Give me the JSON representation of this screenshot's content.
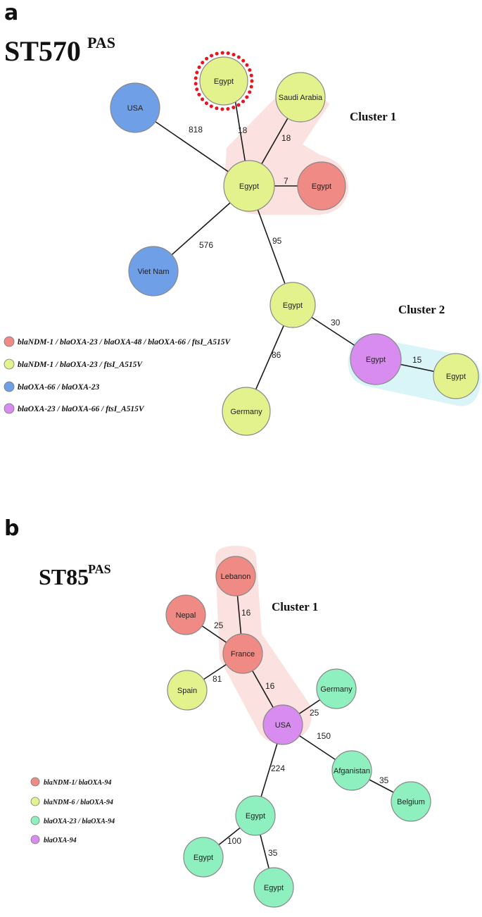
{
  "panel_a": {
    "letter": "a",
    "title_main": "ST570",
    "title_sup": "PAS",
    "clusters": [
      "Cluster 1",
      "Cluster 2"
    ],
    "nodes": [
      "USA",
      "Egypt",
      "Saudi Arabia",
      "Egypt",
      "Egypt",
      "Viet Nam",
      "Egypt",
      "Egypt",
      "Egypt",
      "Germany"
    ],
    "edge_labels": [
      "818",
      "18",
      "18",
      "7",
      "576",
      "95",
      "30",
      "15",
      "86"
    ],
    "legend": [
      {
        "text": "blaNDM-1 / blaOXA-23 / blaOXA-48 / blaOXA-66 / ftsI_A515V",
        "color": "#f08a84"
      },
      {
        "text": "blaNDM-1 / blaOXA-23 / ftsI_A515V",
        "color": "#e3f28c"
      },
      {
        "text": "blaOXA-66 / blaOXA-23",
        "color": "#6f9fe6"
      },
      {
        "text": "blaOXA-23 / blaOXA-66 / ftsI_A515V",
        "color": "#d98cf0"
      }
    ]
  },
  "panel_b": {
    "letter": "b",
    "title_main": "ST85",
    "title_sup": "PAS",
    "clusters": [
      "Cluster 1"
    ],
    "nodes": [
      "Lebanon",
      "Nepal",
      "France",
      "Spain",
      "Germany",
      "USA",
      "Afganistan",
      "Belgium",
      "Egypt",
      "Egypt",
      "Egypt"
    ],
    "edge_labels": [
      "16",
      "25",
      "81",
      "16",
      "25",
      "150",
      "224",
      "35",
      "100",
      "35"
    ],
    "legend": [
      {
        "text": "blaNDM-1/ blaOXA-94",
        "color": "#f08a84"
      },
      {
        "text": "blaNDM-6 / blaOXA-94",
        "color": "#e3f28c"
      },
      {
        "text": "blaOXA-23 / blaOXA-94",
        "color": "#8ef0bf"
      },
      {
        "text": "blaOXA-94",
        "color": "#d98cf0"
      }
    ]
  }
}
